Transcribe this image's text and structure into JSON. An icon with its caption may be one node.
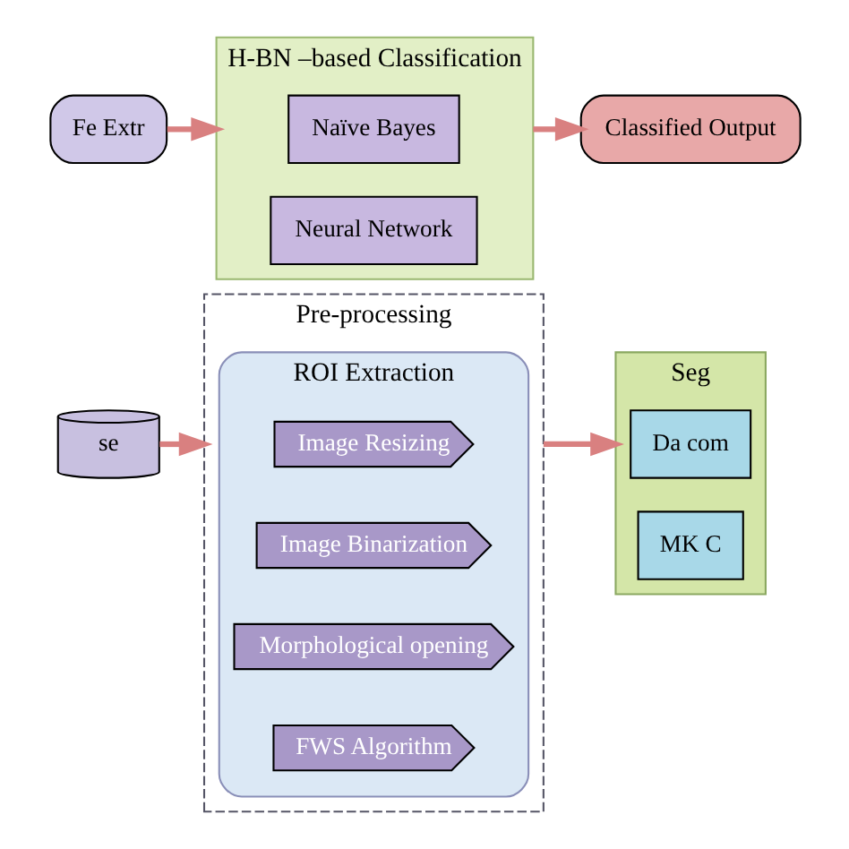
{
  "diagram": {
    "nodes": [
      {
        "text": [
          "se"
        ]
      },
      {
        "text": [
          "Pre-processing"
        ]
      },
      {
        "text": [
          "ROI Extraction"
        ],
        "in": 1
      },
      {
        "text": [
          "Image Resizing"
        ],
        "in": 2
      },
      {
        "text": [
          "Image Binarization"
        ],
        "in": 2
      },
      {
        "text": [
          "Morphological opening"
        ],
        "in": 2
      },
      {
        "text": [
          "FWS Algorithm"
        ],
        "in": 2
      },
      {
        "text": [
          "Seg"
        ]
      },
      {
        "text": [
          "Da com"
        ],
        "in": 7
      },
      {
        "text": [
          "MK C"
        ],
        "in": 7
      },
      {
        "text": [
          "Fe Extr"
        ]
      },
      {
        "text": [
          "H-BN –based Classification"
        ]
      },
      {
        "text": [
          "Naïve Bayes"
        ],
        "in": 11
      },
      {
        "text": [
          "Neural Network"
        ],
        "in": 11
      },
      {
        "text": [
          "Classified Output"
        ]
      }
    ],
    "edges": [
      {
        "from": 0,
        "to": 1,
        "arrow": "to"
      },
      {
        "from": 1,
        "to": 7,
        "arrow": "to"
      },
      {
        "from": 10,
        "to": 11,
        "arrow": "to"
      },
      {
        "from": 11,
        "to": 14,
        "arrow": "to"
      }
    ]
  }
}
